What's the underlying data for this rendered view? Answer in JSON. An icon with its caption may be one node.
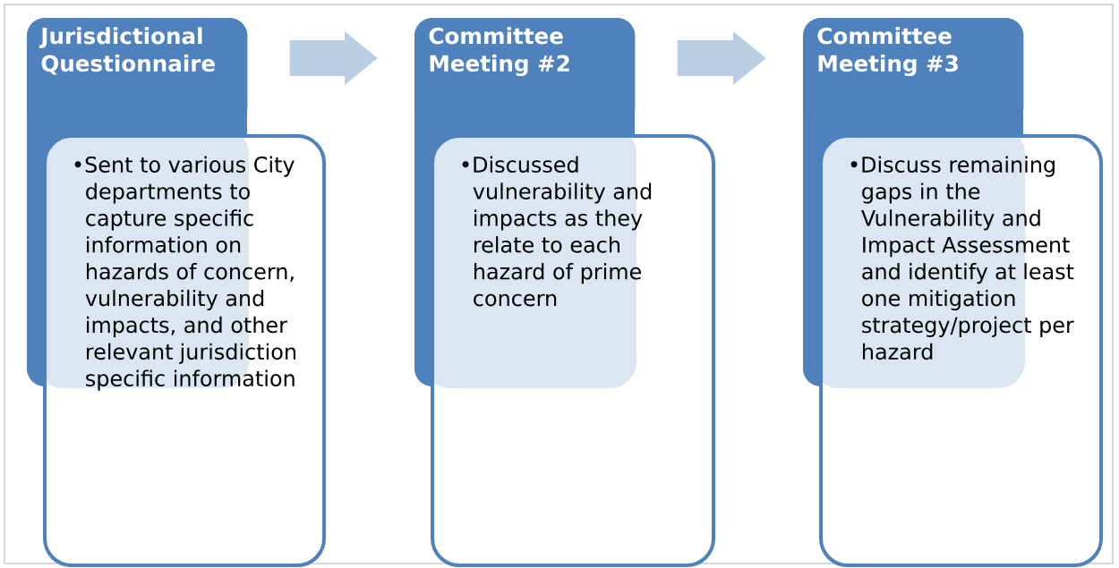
{
  "diagram": {
    "nodes": [
      {
        "text": [
          "Jurisdictional Questionnaire"
        ]
      },
      {
        "text": [
          "•Sent to various City departments to capture specific information on hazards of concern, vulnerability and impacts, and other relevant jurisdiction specific information"
        ]
      },
      {
        "text": [
          "Committee Meeting #2"
        ]
      },
      {
        "text": [
          "•Discussed vulnerability and impacts as they relate to each hazard of prime concern"
        ]
      },
      {
        "text": [
          "Committee Meeting #3"
        ]
      },
      {
        "text": [
          "•Discuss remaining gaps in the Vulnerability and Impact Assessment and identify at least one mitigation strategy/project per hazard"
        ]
      }
    ],
    "edges": [
      {
        "from": 0,
        "to": 2,
        "arrow": "to"
      },
      {
        "from": 2,
        "to": 4,
        "arrow": "to"
      }
    ]
  }
}
